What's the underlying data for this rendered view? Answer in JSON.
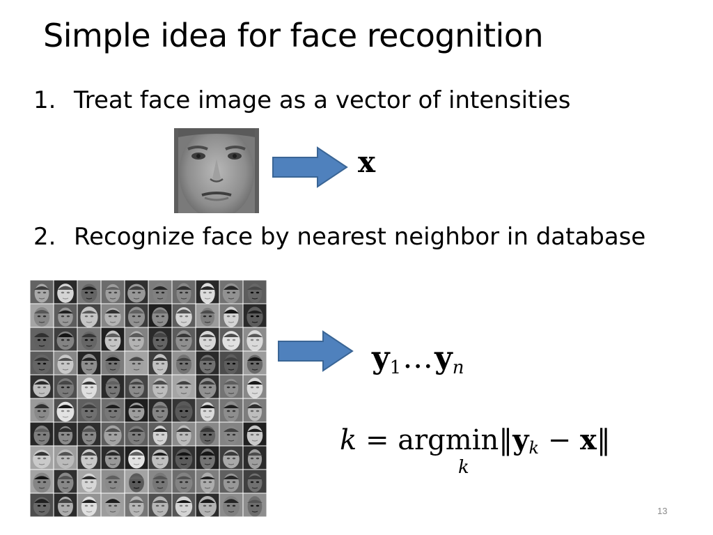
{
  "slide": {
    "title": "Simple idea for face recognition",
    "bullets": [
      {
        "num": "1.",
        "text": "Treat face image as a vector of intensities"
      },
      {
        "num": "2.",
        "text": "Recognize face by nearest neighbor in database"
      }
    ],
    "math": {
      "x": "x",
      "y1": "y",
      "y1_sub": "1",
      "dots": "…",
      "yn": "y",
      "yn_sub": "n",
      "k_lhs": "k",
      "equals": " = ",
      "argmin": "argmin",
      "argmin_sub": "k",
      "norm_open": "‖",
      "yk": "y",
      "yk_sub": "k",
      "minus": " − ",
      "xvec": "x",
      "norm_close": "‖"
    },
    "page_number": "13",
    "colors": {
      "arrow_fill": "#4f81bd",
      "arrow_stroke": "#3a6595"
    }
  }
}
